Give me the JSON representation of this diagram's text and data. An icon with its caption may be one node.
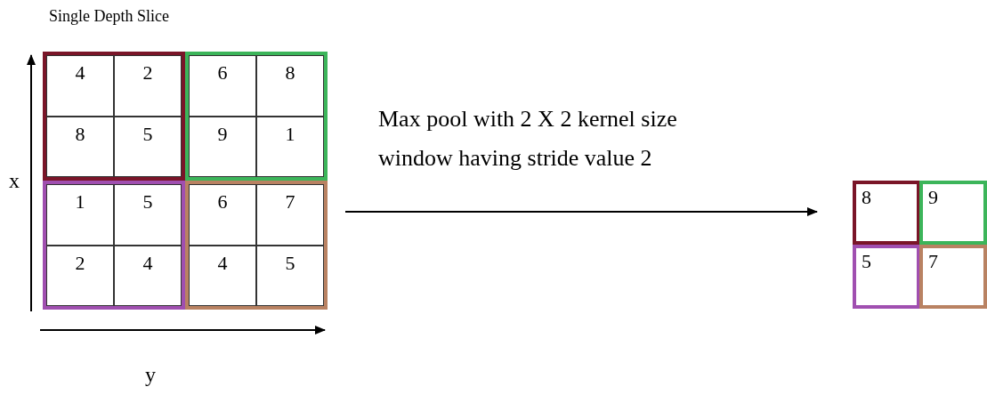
{
  "diagram": {
    "title": "Single Depth Slice",
    "nodes": [
      {
        "text": [],
        "shape": "box"
      },
      {
        "text": [
          "4"
        ],
        "in": 0
      },
      {
        "text": [
          "2"
        ],
        "in": 0
      },
      {
        "text": [
          "8"
        ],
        "in": 0
      },
      {
        "text": [
          "5"
        ],
        "in": 0
      },
      {
        "text": [],
        "shape": "box"
      },
      {
        "text": [
          "6"
        ],
        "in": 5
      },
      {
        "text": [
          "8"
        ],
        "in": 5
      },
      {
        "text": [
          "9"
        ],
        "in": 5
      },
      {
        "text": [
          "1"
        ],
        "in": 5
      },
      {
        "text": [],
        "shape": "box"
      },
      {
        "text": [
          "1"
        ],
        "in": 10
      },
      {
        "text": [
          "5"
        ],
        "in": 10
      },
      {
        "text": [
          "2"
        ],
        "in": 10
      },
      {
        "text": [
          "4"
        ],
        "in": 10
      },
      {
        "text": [],
        "shape": "box"
      },
      {
        "text": [
          "6"
        ],
        "in": 15
      },
      {
        "text": [
          "7"
        ],
        "in": 15
      },
      {
        "text": [
          "4"
        ],
        "in": 15
      },
      {
        "text": [
          "5"
        ],
        "in": 15
      },
      {
        "text": [
          "8"
        ]
      },
      {
        "text": [
          "9"
        ]
      },
      {
        "text": [
          "5"
        ]
      },
      {
        "text": [
          "7"
        ]
      }
    ],
    "edges": [
      {
        "from": 15,
        "to": 20,
        "arrow": "to",
        "label": "Max pool with 2 X 2 kernel size window having stride value 2"
      }
    ],
    "labels": [
      "x",
      "y"
    ]
  }
}
